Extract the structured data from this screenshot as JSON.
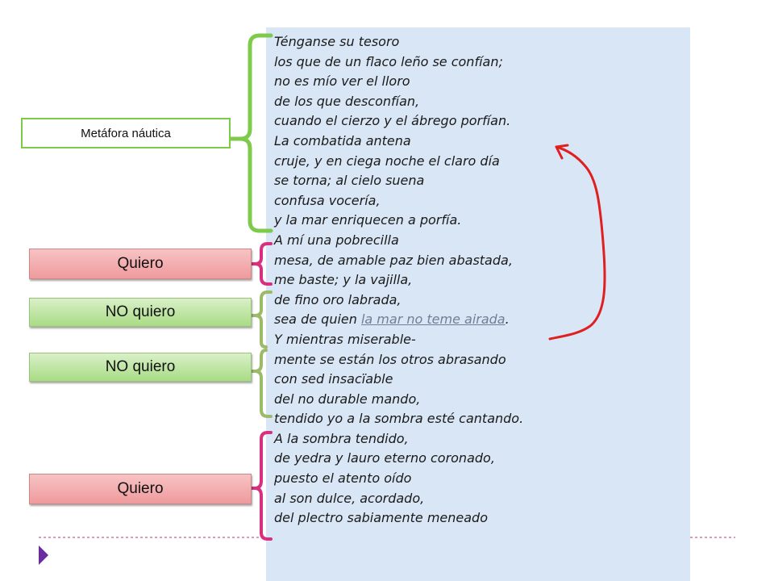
{
  "labels": {
    "metafora": "Metáfora náutica",
    "quiero_1": "Quiero",
    "no_quiero_1": "NO quiero",
    "no_quiero_2": "NO quiero",
    "quiero_2": "Quiero"
  },
  "poem": {
    "lines": [
      "Ténganse su tesoro",
      "los que de un flaco leño se confían;",
      "no es mío ver el lloro",
      "de los que desconfían,",
      "cuando el cierzo y el ábrego porfían.",
      "La combatida antena",
      "cruje, y en ciega noche el claro día",
      "se torna; al cielo suena",
      "confusa vocería,",
      "y la mar enriquecen a porfía.",
      "A mí una pobrecilla",
      "mesa, de amable paz bien abastada,",
      "me baste; y la vajilla,",
      "de fino oro labrada,"
    ],
    "line15_before": "sea de quien ",
    "line15_link": "la mar no teme airada",
    "line15_after": ".",
    "lines_rest": [
      "Y mientras miserable-",
      "mente se están los otros abrasando",
      "con sed insacïable",
      "del no durable mando,",
      "tendido yo a la sombra esté cantando.",
      "A la sombra tendido,",
      "de yedra y lauro eterno coronado,",
      "puesto el atento oído",
      "al son dulce, acordado,",
      "del plectro sabiamente meneado"
    ]
  },
  "colors": {
    "panel": "#d9e6f5",
    "green_bracket": "#7ccb4a",
    "olive_bracket": "#9cbb6a",
    "pink_bracket": "#d8307f",
    "red_arrow": "#e02020",
    "slide_nav": "#6a2da0"
  }
}
